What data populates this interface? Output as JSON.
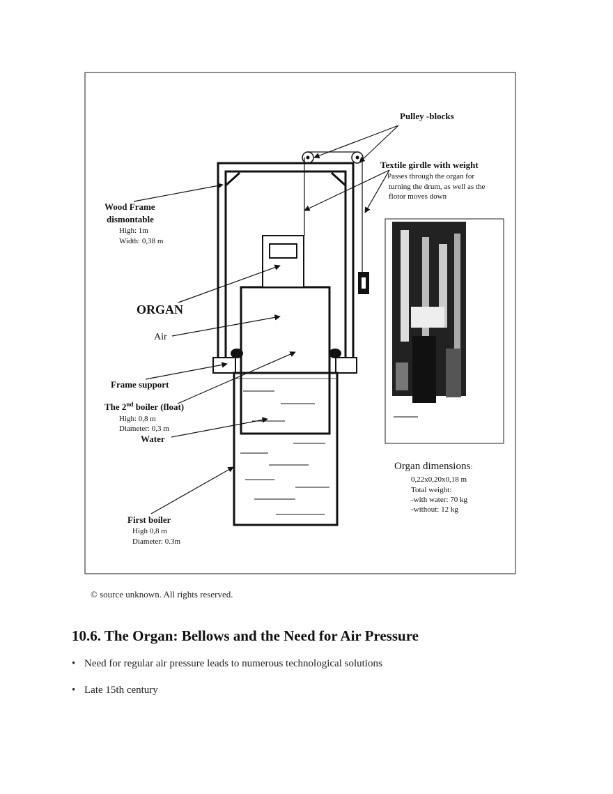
{
  "figure": {
    "pulley_label": "Pulley -blocks",
    "girdle_title": "Textile girdle with weight",
    "girdle_lines": [
      "Passes through the organ for",
      "turning the drum, as well as the",
      "flotor moves down"
    ],
    "frame_title_1": "Wood Frame",
    "frame_title_2": "dismontable",
    "frame_high": "High: 1m",
    "frame_width": "Width: 0,38 m",
    "organ_label": "ORGAN",
    "air_label": "Air",
    "frame_support_label": "Frame support",
    "boiler2_pre": "The 2",
    "boiler2_sup": "nd",
    "boiler2_post": " boiler (float)",
    "boiler2_high": "High: 0,8 m",
    "boiler2_diameter": "Diameter: 0,3 m",
    "water_label": "Water",
    "first_boiler_label": "First boiler",
    "first_boiler_high": "High 0,8 m",
    "first_boiler_diameter": "Diameter: 0.3m",
    "dims_title": "Organ dimensions",
    "dims_title_colon": ":",
    "dims_lines": [
      "0,22x0,20x0,18 m",
      "Total weight:",
      "-with water: 70 kg",
      "-without: 12 kg"
    ]
  },
  "caption": "© source unknown. All rights reserved.",
  "section_heading": "10.6. The Organ: Bellows and the Need for Air Pressure",
  "bullet_char": "•",
  "bullets": [
    "Need for regular air pressure leads to numerous technological solutions",
    "Late 15th century"
  ]
}
